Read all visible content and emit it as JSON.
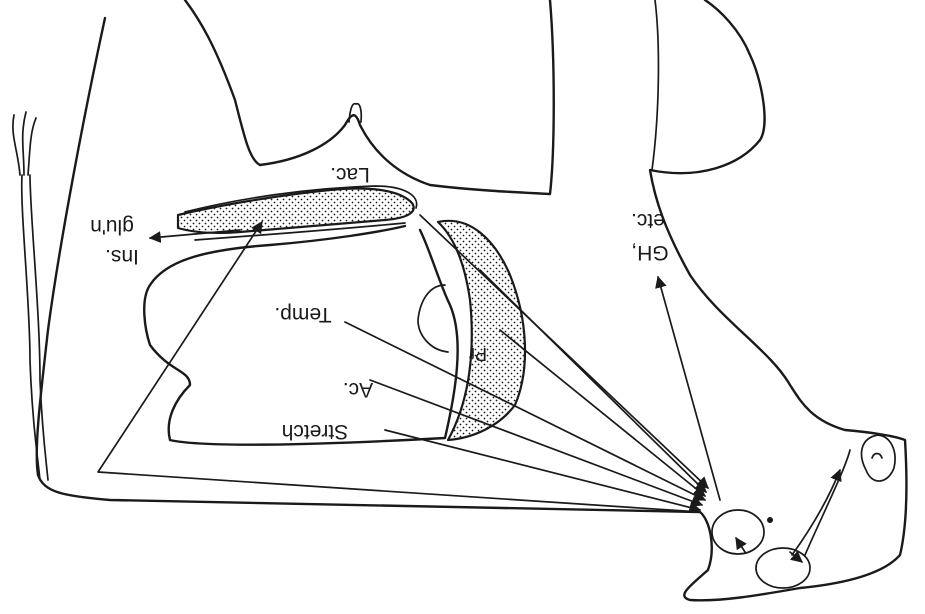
{
  "labels": {
    "lac": "Lac.",
    "ins": "Ins.",
    "gluin": "glu'n",
    "gh": "GH,",
    "etc": "etc.",
    "temp": "Temp.",
    "pr": "Pr",
    "ac": "Ac.",
    "stretch": "Stretch"
  },
  "orientation": "rotated 180 degrees (upside down)",
  "colors": {
    "ink": "#1a1a1a",
    "background": "#ffffff"
  }
}
